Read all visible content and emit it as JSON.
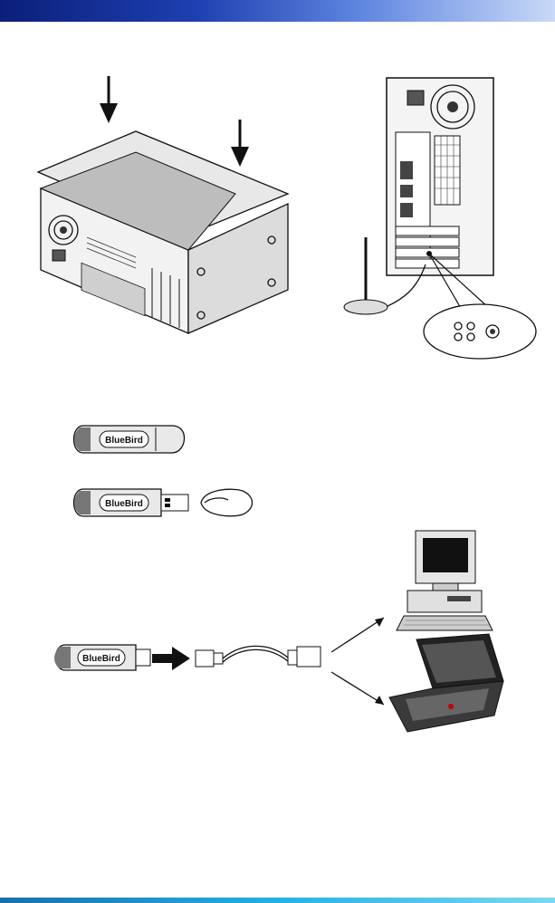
{
  "header": {
    "bar_color_start": "#0b1f7a",
    "bar_color_end": "#c9d9f7"
  },
  "footer": {
    "bar_color": "#22b3e0"
  },
  "figures": {
    "case": {
      "icon": "pc-case-cover-install"
    },
    "rear": {
      "icon": "pc-rear-antenna"
    },
    "dongle_capped": {
      "icon": "usb-dongle-capped",
      "brand_text": "BlueBird"
    },
    "dongle_uncapped": {
      "icon": "usb-dongle-uncapped",
      "brand_text": "BlueBird"
    },
    "connection": {
      "icon": "usb-cable-to-computers",
      "brand_text": "BlueBird"
    }
  }
}
